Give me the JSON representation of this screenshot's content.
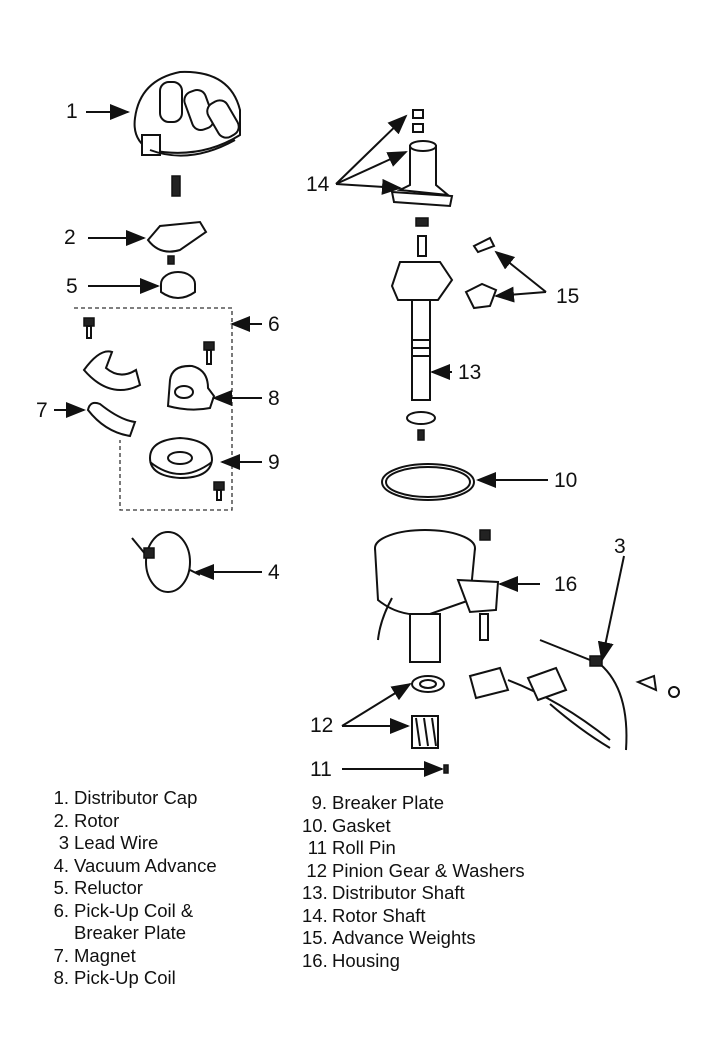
{
  "callouts": {
    "c1": "1",
    "c2": "2",
    "c3": "3",
    "c4": "4",
    "c5": "5",
    "c6": "6",
    "c7": "7",
    "c8": "8",
    "c9": "9",
    "c10": "10",
    "c11": "11",
    "c12": "12",
    "c13": "13",
    "c14": "14",
    "c15": "15",
    "c16": "16"
  },
  "legend_left": [
    {
      "num": "1.",
      "text": "Distributor Cap"
    },
    {
      "num": "2.",
      "text": "Rotor"
    },
    {
      "num": "3",
      "text": "Lead Wire"
    },
    {
      "num": "4.",
      "text": "Vacuum Advance"
    },
    {
      "num": "5.",
      "text": "Reluctor"
    },
    {
      "num": "6.",
      "text": "Pick-Up Coil &",
      "cont": "Breaker Plate"
    },
    {
      "num": "7.",
      "text": "Magnet"
    },
    {
      "num": "8.",
      "text": "Pick-Up Coil"
    }
  ],
  "legend_right": [
    {
      "num": "9.",
      "text": "Breaker Plate"
    },
    {
      "num": "10.",
      "text": "Gasket"
    },
    {
      "num": "11",
      "text": "Roll Pin"
    },
    {
      "num": "12",
      "text": "Pinion Gear & Washers"
    },
    {
      "num": "13.",
      "text": "Distributor Shaft"
    },
    {
      "num": "14.",
      "text": "Rotor Shaft"
    },
    {
      "num": "15.",
      "text": "Advance Weights"
    },
    {
      "num": "16.",
      "text": "Housing"
    }
  ]
}
